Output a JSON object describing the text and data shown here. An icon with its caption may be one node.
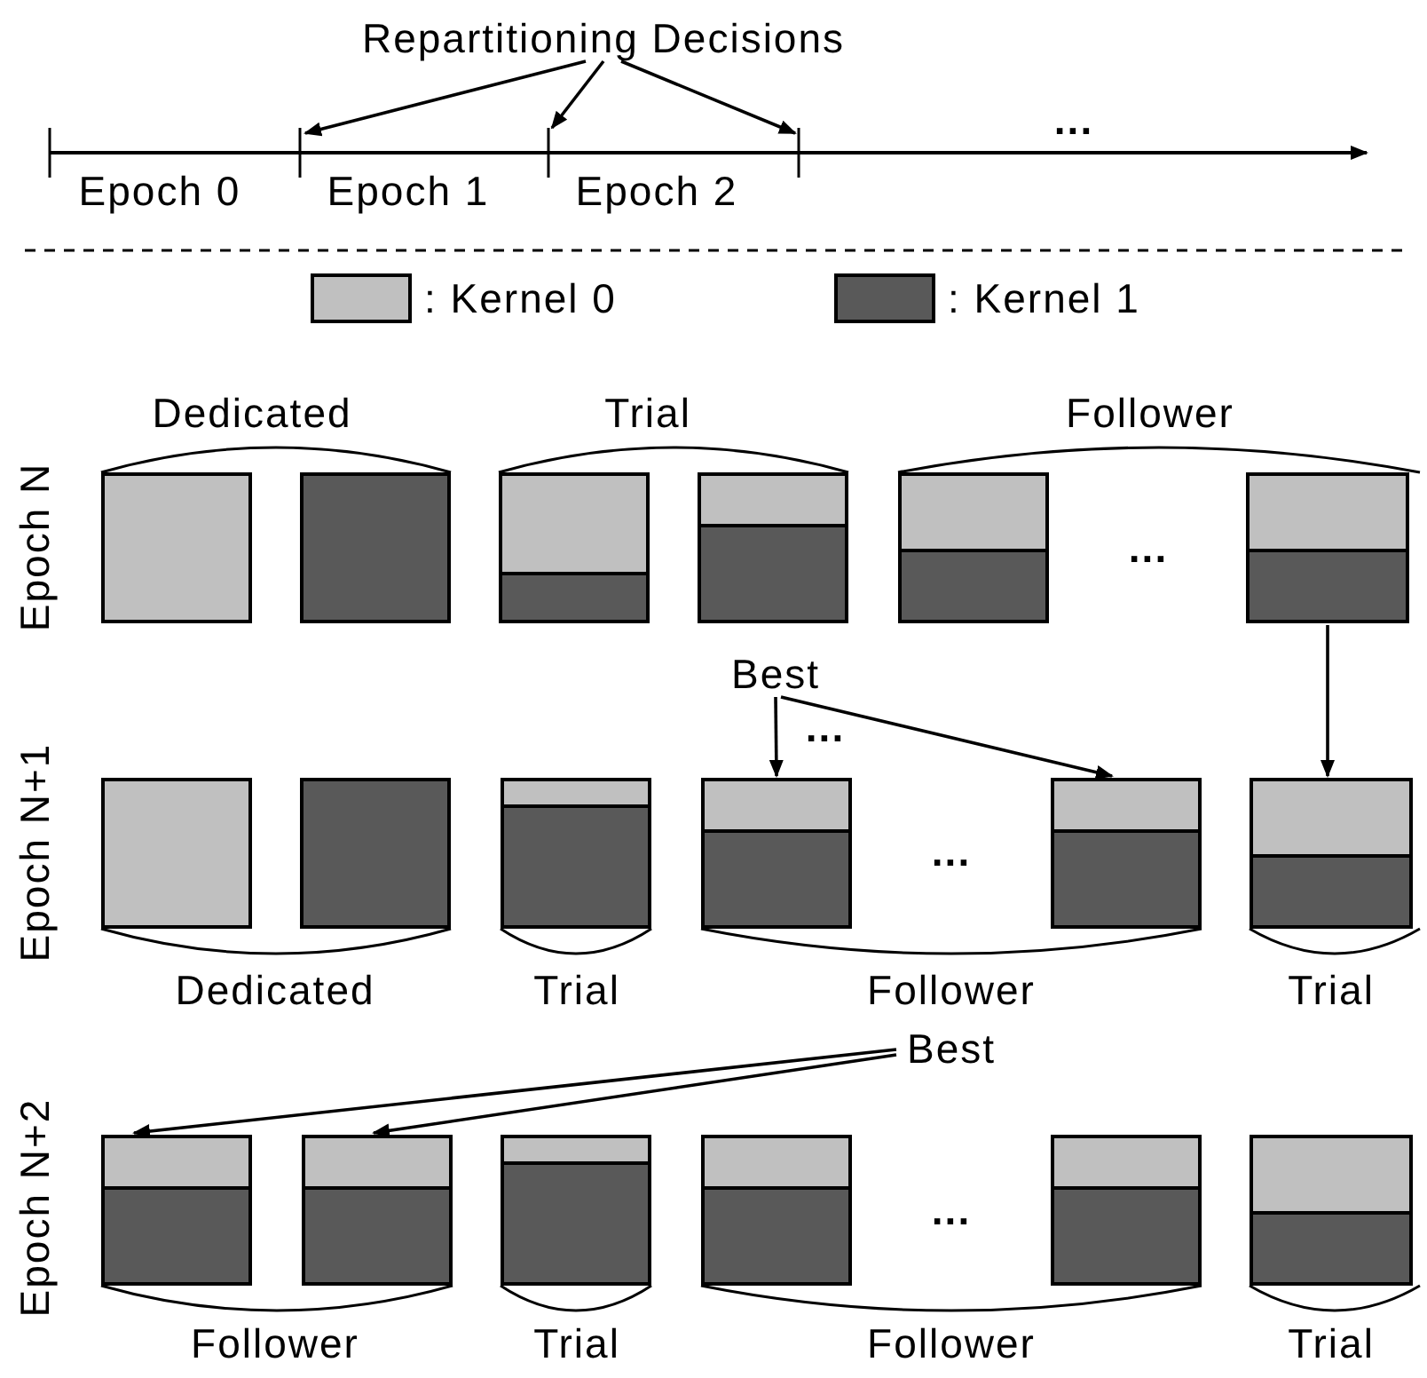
{
  "diagram": {
    "nodes": [
      {
        "text": [
          "Repartitioning Decisions"
        ]
      },
      {
        "text": [],
        "shape": "box"
      },
      {
        "text": [],
        "shape": "box"
      },
      {
        "text": [],
        "shape": "box"
      },
      {
        "text": [],
        "shape": "box"
      },
      {
        "text": [],
        "shape": "box"
      },
      {
        "text": [],
        "shape": "box"
      },
      {
        "text": [
          "Best"
        ]
      },
      {
        "text": [],
        "shape": "box"
      },
      {
        "text": [],
        "shape": "box"
      },
      {
        "text": [],
        "shape": "box"
      },
      {
        "text": [],
        "shape": "box"
      },
      {
        "text": [],
        "shape": "box"
      },
      {
        "text": [],
        "shape": "box"
      },
      {
        "text": [
          "Best"
        ]
      },
      {
        "text": [],
        "shape": "box"
      },
      {
        "text": [],
        "shape": "box"
      },
      {
        "text": [],
        "shape": "box"
      },
      {
        "text": [],
        "shape": "box"
      },
      {
        "text": [],
        "shape": "box"
      },
      {
        "text": [],
        "shape": "box"
      }
    ],
    "edges": [
      {
        "from": 0,
        "to": null,
        "arrow": "to"
      },
      {
        "from": 0,
        "to": null,
        "arrow": "to"
      },
      {
        "from": 0,
        "to": null,
        "arrow": "to"
      },
      {
        "from": 6,
        "to": 13,
        "arrow": "to"
      },
      {
        "from": 7,
        "to": 11,
        "arrow": "to"
      },
      {
        "from": 7,
        "to": 12,
        "arrow": "to"
      },
      {
        "from": 14,
        "to": 15,
        "arrow": "to"
      },
      {
        "from": 14,
        "to": 16,
        "arrow": "to"
      }
    ],
    "labels": [
      "Epoch 0",
      "Epoch 1",
      "Epoch 2",
      "...",
      "Dedicated",
      "Trial",
      "Follower",
      "Epoch N",
      "...",
      "...",
      "Epoch N+1",
      "...",
      "Dedicated",
      "Trial",
      "Follower",
      "Trial",
      "Epoch N+2",
      "...",
      "Follower",
      "Trial",
      "Follower",
      "Trial"
    ],
    "legend": [
      {
        "text": ": Kernel 0",
        "color": "#c0c0c0"
      },
      {
        "text": ": Kernel 1",
        "color": "#595959"
      }
    ]
  }
}
